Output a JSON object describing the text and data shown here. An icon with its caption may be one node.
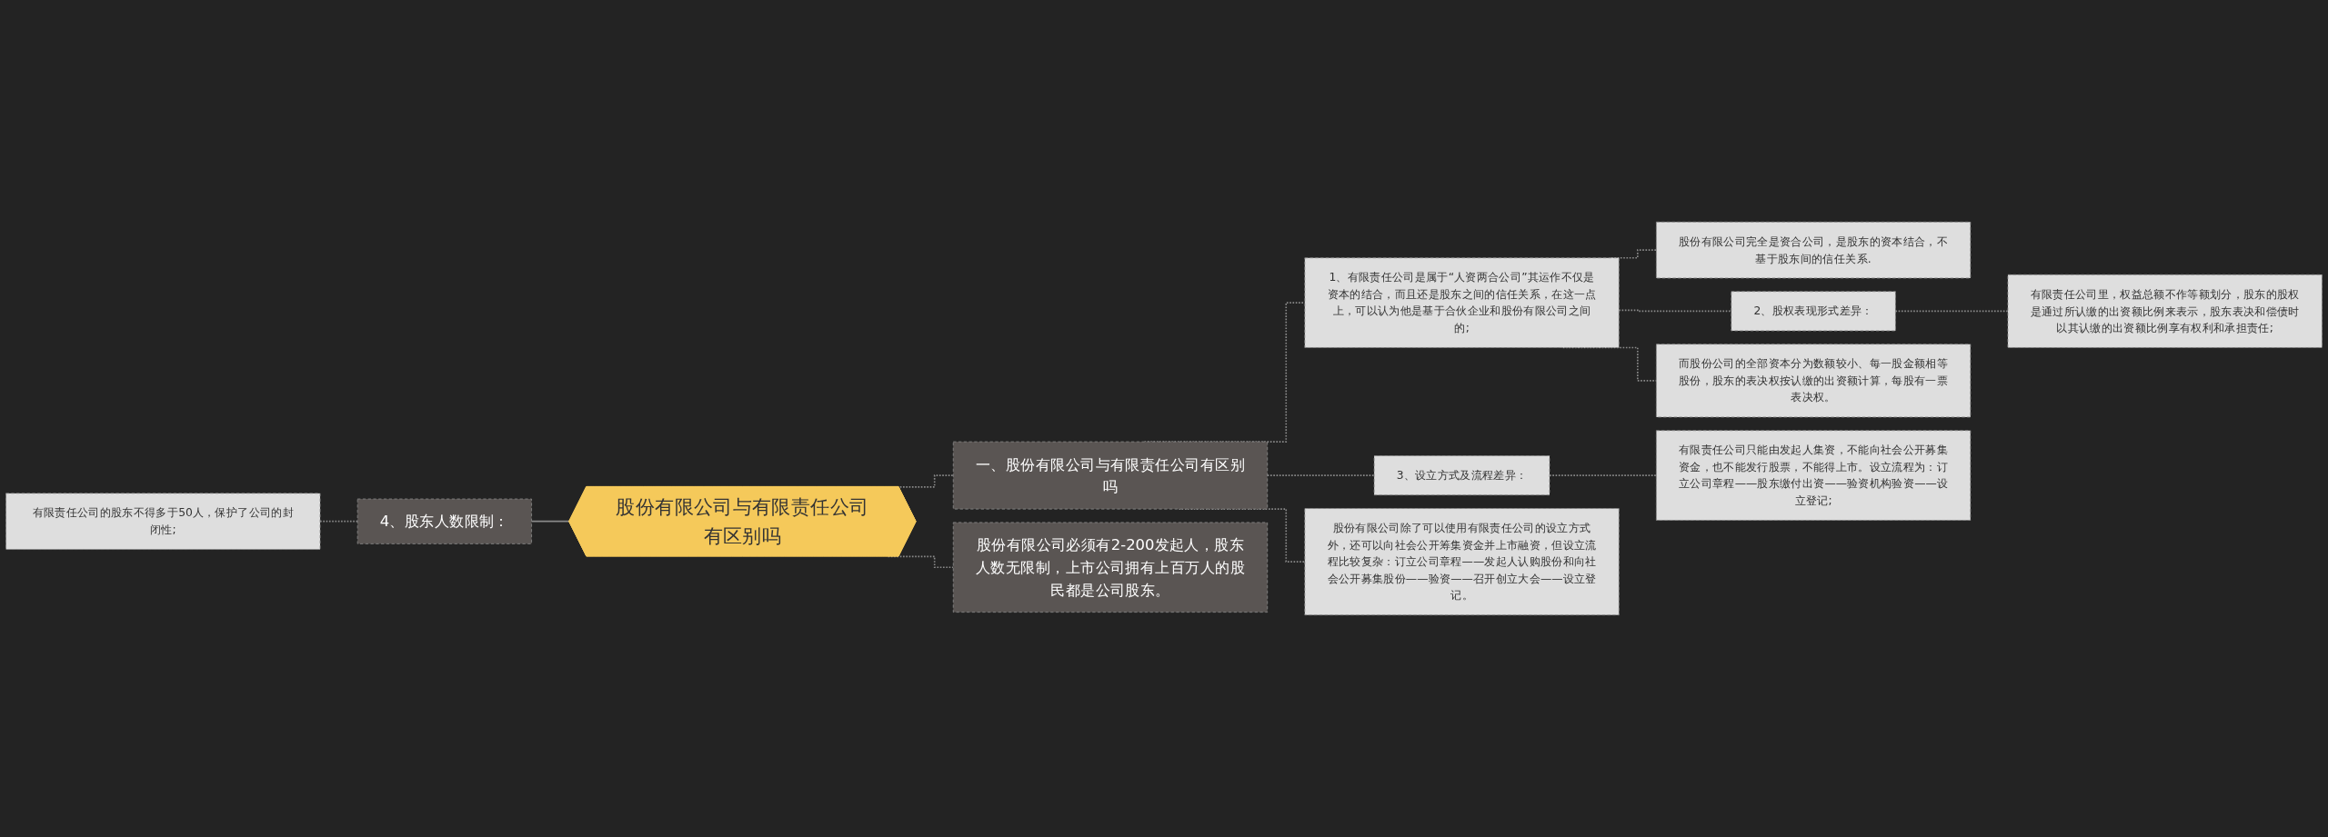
{
  "diagram": {
    "nodes": [
      {
        "text": [
          "股份有限公司与有限责任公司有区别吗"
        ]
      },
      {
        "text": [
          "一、股份有限公司与有限责任公司有区别吗"
        ]
      },
      {
        "text": [
          "1、有限责任公司是属于“人资两合公司”其运作不仅是资本的结合，而且还是股东之间的信任关系，在这一点上，可以认为他是基于合伙企业和股份有限公司之间的;"
        ]
      },
      {
        "text": [
          "股份有限公司完全是资合公司，是股东的资本结合，不基于股东间的信任关系."
        ]
      },
      {
        "text": [
          "2、股权表现形式差异："
        ]
      },
      {
        "text": [
          "有限责任公司里，权益总额不作等额划分，股东的股权是通过所认缴的出资额比例来表示，股东表决和偿债时以其认缴的出资额比例享有权利和承担责任;"
        ]
      },
      {
        "text": [
          "而股份公司的全部资本分为数额较小、每一股金额相等股份，股东的表决权按认缴的出资额计算，每股有一票表决权。"
        ]
      },
      {
        "text": [
          "3、设立方式及流程差异："
        ]
      },
      {
        "text": [
          "有限责任公司只能由发起人集资，不能向社会公开募集资金，也不能发行股票，不能得上市。设立流程为：订立公司章程——股东缴付出资——验资机构验资——设立登记;"
        ]
      },
      {
        "text": [
          "股份有限公司除了可以使用有限责任公司的设立方式外，还可以向社会公开筹集资金并上市融资，但设立流程比较复杂：订立公司章程——发起人认购股份和向社会公开募集股份——验资——召开创立大会——设立登记。"
        ]
      },
      {
        "text": [
          "股份有限公司必须有2-200发起人，股东人数无限制，上市公司拥有上百万人的股民都是公司股东。"
        ]
      },
      {
        "text": [
          "4、股东人数限制："
        ]
      },
      {
        "text": [
          "有限责任公司的股东不得多于50人，保护了公司的封闭性;"
        ]
      }
    ],
    "edges": [
      {
        "from": 0,
        "to": 1,
        "arrow": "none",
        "style": "dashed"
      },
      {
        "from": 1,
        "to": 2,
        "arrow": "none",
        "style": "dashed"
      },
      {
        "from": 2,
        "to": 3,
        "arrow": "none",
        "style": "dashed"
      },
      {
        "from": 2,
        "to": 4,
        "arrow": "none",
        "style": "dashed"
      },
      {
        "from": 4,
        "to": 5,
        "arrow": "none",
        "style": "dashed"
      },
      {
        "from": 2,
        "to": 6,
        "arrow": "none",
        "style": "dashed"
      },
      {
        "from": 1,
        "to": 7,
        "arrow": "none",
        "style": "dashed"
      },
      {
        "from": 7,
        "to": 8,
        "arrow": "none",
        "style": "dashed"
      },
      {
        "from": 1,
        "to": 9,
        "arrow": "none",
        "style": "dashed"
      },
      {
        "from": 0,
        "to": 10,
        "arrow": "none",
        "style": "dashed"
      },
      {
        "from": 11,
        "to": 0,
        "arrow": "none"
      },
      {
        "from": 12,
        "to": 11,
        "arrow": "none",
        "style": "dashed"
      }
    ]
  }
}
